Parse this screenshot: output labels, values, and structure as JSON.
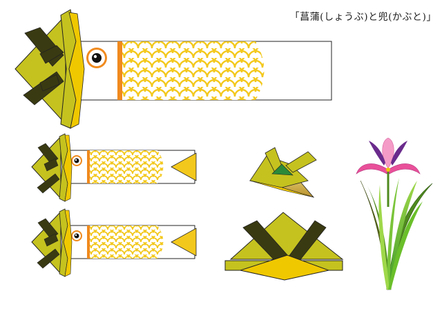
{
  "caption": "「菖蒲(しょうぶ)と兜(かぶと)」",
  "colors": {
    "helmet_yellow": "#c5c21f",
    "helmet_dark": "#3a3a12",
    "helmet_gold": "#f0c800",
    "scale_yellow": "#f3c81c",
    "stripe_orange": "#f08a1e",
    "tail_yellow": "#f3c81c",
    "outline": "#222222",
    "iris_pink": "#e9509a",
    "iris_petal_light": "#f59bc7",
    "iris_purple": "#6a2b8c",
    "leaf_green": "#6abf2a",
    "leaf_dark": "#5a6a1a",
    "gem_green": "#2b8a3a"
  },
  "icons": [
    "koinobori-large",
    "koinobori-small",
    "koinobori-small",
    "kabuto-small",
    "kabuto-large",
    "iris-flower"
  ]
}
